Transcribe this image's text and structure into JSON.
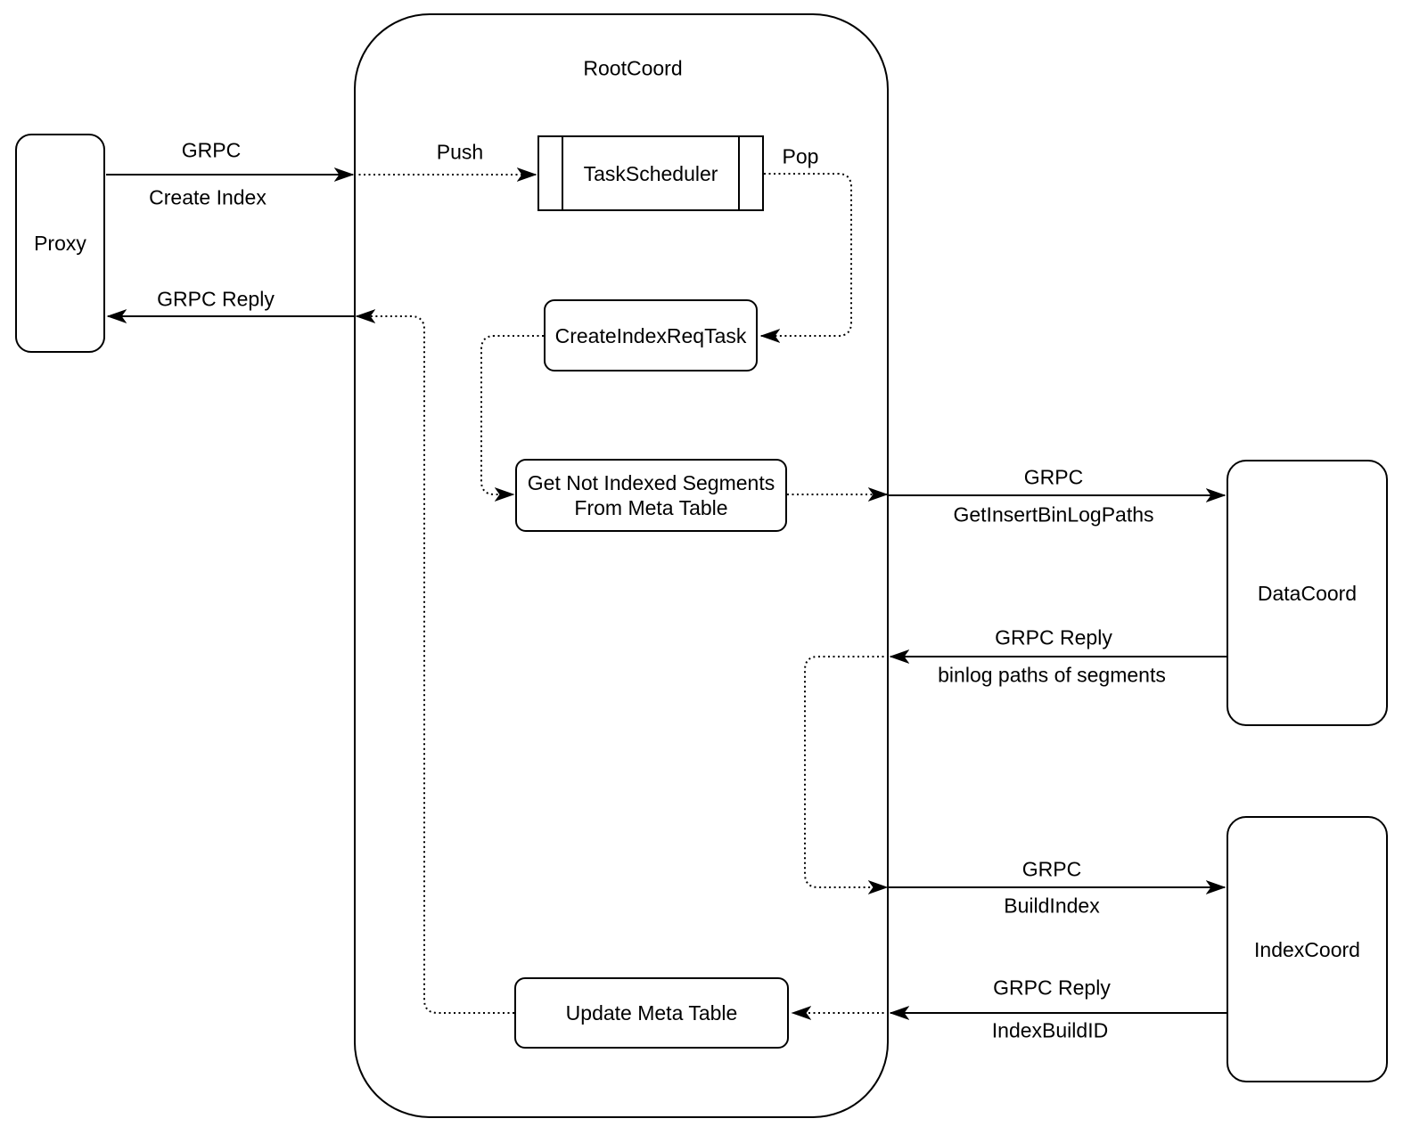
{
  "diagram": {
    "colors": {
      "stroke": "#000000",
      "background": "#ffffff"
    },
    "nodes": {
      "proxy": {
        "label": "Proxy"
      },
      "rootcoord": {
        "label": "RootCoord"
      },
      "taskscheduler": {
        "label": "TaskScheduler"
      },
      "create_index_req_task": {
        "label": "CreateIndexReqTask"
      },
      "get_not_indexed_segments": {
        "label_line1": "Get Not Indexed Segments",
        "label_line2": "From Meta Table"
      },
      "update_meta_table": {
        "label": "Update Meta Table"
      },
      "datacoord": {
        "label": "DataCoord"
      },
      "indexcoord": {
        "label": "IndexCoord"
      }
    },
    "edges": {
      "proxy_to_rootcoord": {
        "line1": "GRPC",
        "line2": "Create Index"
      },
      "rootcoord_to_proxy": {
        "line1": "GRPC Reply"
      },
      "push": {
        "label": "Push"
      },
      "pop": {
        "label": "Pop"
      },
      "rootcoord_to_datacoord": {
        "line1": "GRPC",
        "line2": "GetInsertBinLogPaths"
      },
      "datacoord_to_rootcoord": {
        "line1": "GRPC Reply",
        "line2": "binlog paths of segments"
      },
      "rootcoord_to_indexcoord": {
        "line1": "GRPC",
        "line2": "BuildIndex"
      },
      "indexcoord_to_rootcoord": {
        "line1": "GRPC Reply",
        "line2": "IndexBuildID"
      }
    }
  }
}
